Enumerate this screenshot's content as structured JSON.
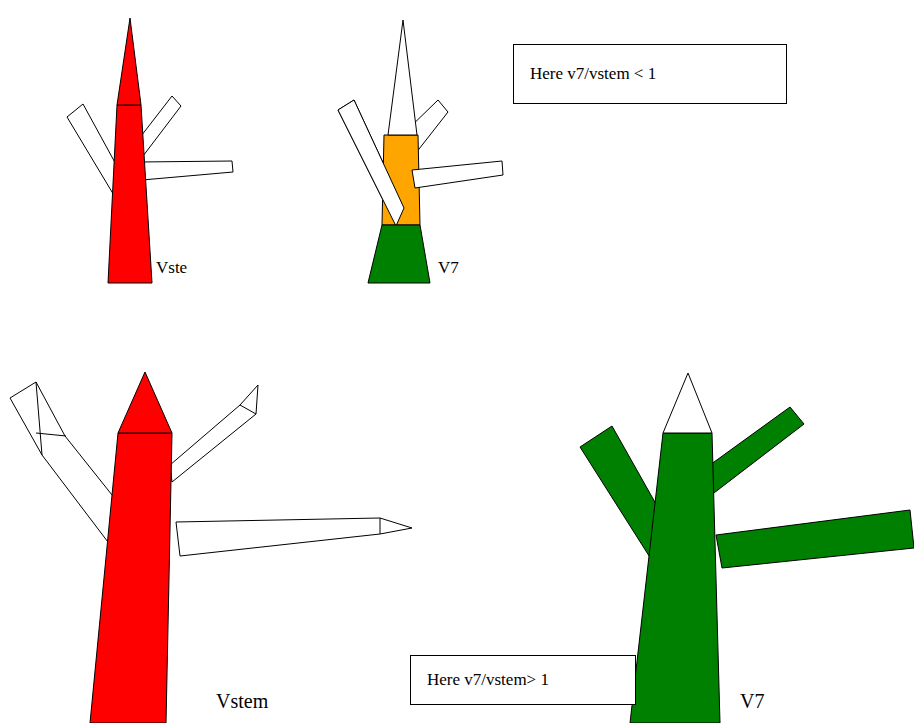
{
  "diagram": {
    "nodes": [
      {
        "text": [
          "Here v7/vstem < 1"
        ]
      },
      {
        "text": [
          "Here v7/vstem> 1"
        ]
      }
    ],
    "labels": [
      "Vste",
      "V7",
      "Vstem",
      "V7"
    ]
  }
}
